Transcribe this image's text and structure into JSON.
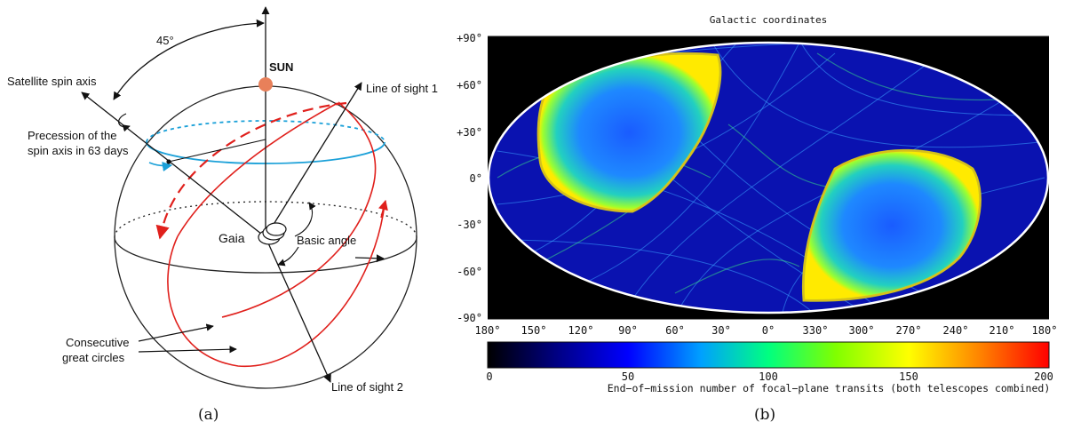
{
  "panel_a": {
    "caption": "(a)",
    "angle_label": "45°",
    "sun_label": "SUN",
    "spin_axis_label": "Satellite spin axis",
    "los1_label": "Line of sight 1",
    "los2_label": "Line of sight 2",
    "precession_label_1": "Precession of the",
    "precession_label_2": "spin axis in 63 days",
    "gaia_label": "Gaia",
    "basic_angle_label": "Basic angle",
    "great_circles_label_1": "Consecutive",
    "great_circles_label_2": "great circles",
    "colors": {
      "sun": "#e8805a",
      "precession": "#1aa0d8",
      "great_circle": "#e0201c"
    }
  },
  "panel_b": {
    "caption": "(b)",
    "title": "Galactic coordinates",
    "lat_ticks": [
      "+90°",
      "+60°",
      "+30°",
      "0°",
      "-30°",
      "-60°",
      "-90°"
    ],
    "lon_ticks": [
      "180°",
      "150°",
      "120°",
      "90°",
      "60°",
      "30°",
      "0°",
      "330°",
      "300°",
      "270°",
      "240°",
      "210°",
      "180°"
    ],
    "colorbar_ticks": [
      "0",
      "50",
      "100",
      "150",
      "200"
    ],
    "colorbar_label": "End−of−mission number of focal−plane transits (both telescopes combined)",
    "colorbar_range": [
      0,
      200
    ],
    "colormap": [
      "#000000",
      "#000080",
      "#0000ff",
      "#00a0ff",
      "#00ff80",
      "#80ff00",
      "#ffff00",
      "#ff8000",
      "#ff0000"
    ]
  }
}
